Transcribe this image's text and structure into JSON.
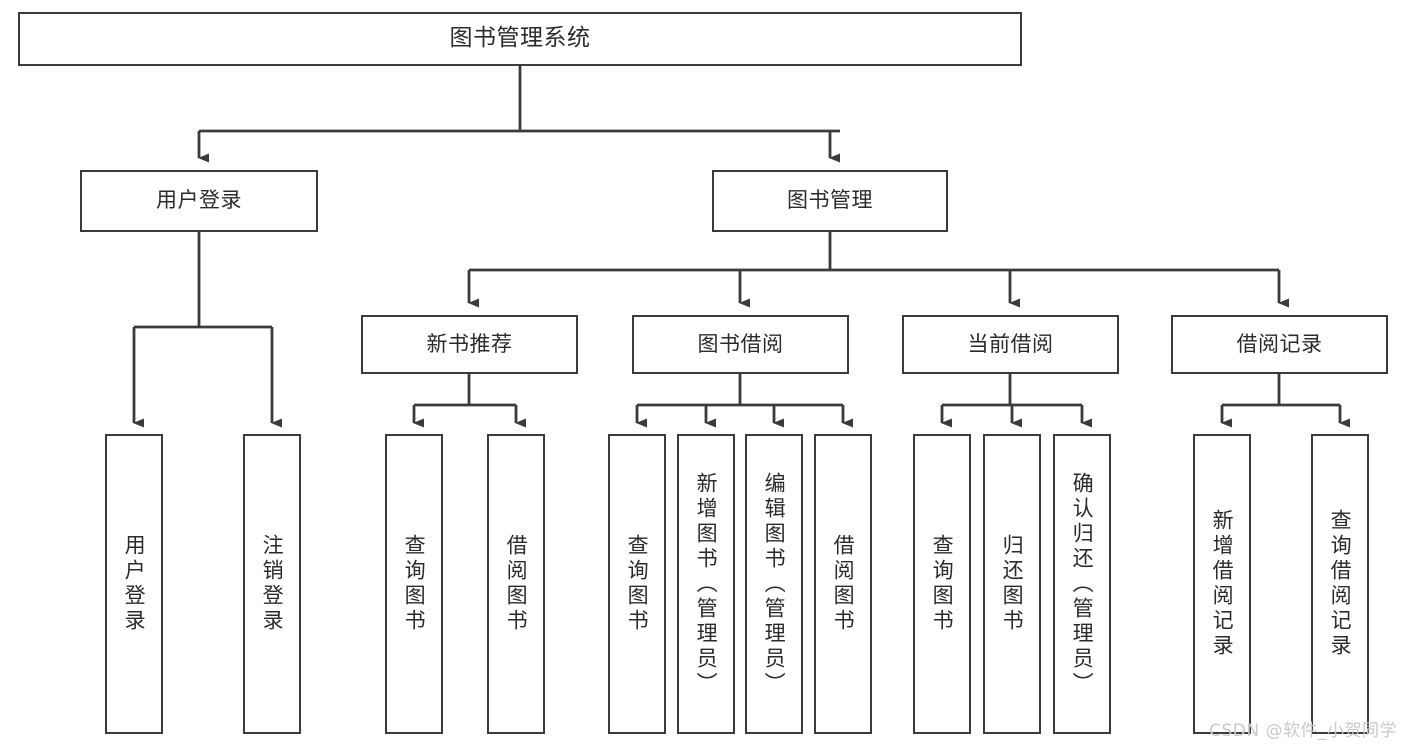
{
  "diagram": {
    "type": "hierarchy-tree",
    "title_node": {
      "id": "root",
      "label": "图书管理系统"
    },
    "level2": [
      {
        "id": "user-login",
        "label": "用户登录"
      },
      {
        "id": "book-management",
        "label": "图书管理"
      }
    ],
    "level3": [
      {
        "id": "new-book-recommend",
        "label": "新书推荐",
        "parent": "book-management"
      },
      {
        "id": "book-borrow",
        "label": "图书借阅",
        "parent": "book-management"
      },
      {
        "id": "current-borrow",
        "label": "当前借阅",
        "parent": "book-management"
      },
      {
        "id": "borrow-record",
        "label": "借阅记录",
        "parent": "book-management"
      }
    ],
    "leaves": [
      {
        "id": "leaf-user-login",
        "label": "用户登录",
        "parent": "user-login"
      },
      {
        "id": "leaf-logout-login",
        "label": "注销登录",
        "parent": "user-login"
      },
      {
        "id": "leaf-query-book-1",
        "label": "查询图书",
        "parent": "new-book-recommend"
      },
      {
        "id": "leaf-borrow-book-1",
        "label": "借阅图书",
        "parent": "new-book-recommend"
      },
      {
        "id": "leaf-query-book-2",
        "label": "查询图书",
        "parent": "book-borrow"
      },
      {
        "id": "leaf-add-book",
        "label": "新增图书（管理员）",
        "parent": "book-borrow"
      },
      {
        "id": "leaf-edit-book",
        "label": "编辑图书（管理员）",
        "parent": "book-borrow"
      },
      {
        "id": "leaf-borrow-book-2",
        "label": "借阅图书",
        "parent": "book-borrow"
      },
      {
        "id": "leaf-query-book-3",
        "label": "查询图书",
        "parent": "current-borrow"
      },
      {
        "id": "leaf-return-book",
        "label": "归还图书",
        "parent": "current-borrow"
      },
      {
        "id": "leaf-confirm-return",
        "label": "确认归还（管理员）",
        "parent": "current-borrow"
      },
      {
        "id": "leaf-add-record",
        "label": "新增借阅记录",
        "parent": "borrow-record"
      },
      {
        "id": "leaf-query-record",
        "label": "查询借阅记录",
        "parent": "borrow-record"
      }
    ],
    "colors": {
      "box_border": "#3b3b3b",
      "box_fill": "#ffffff",
      "connector": "#3b3b3b",
      "text": "#2b2b2b",
      "watermark": "#c9c9c9",
      "background": "#ffffff"
    }
  },
  "watermark": {
    "text": "CSDN @软件_小贺同学"
  }
}
